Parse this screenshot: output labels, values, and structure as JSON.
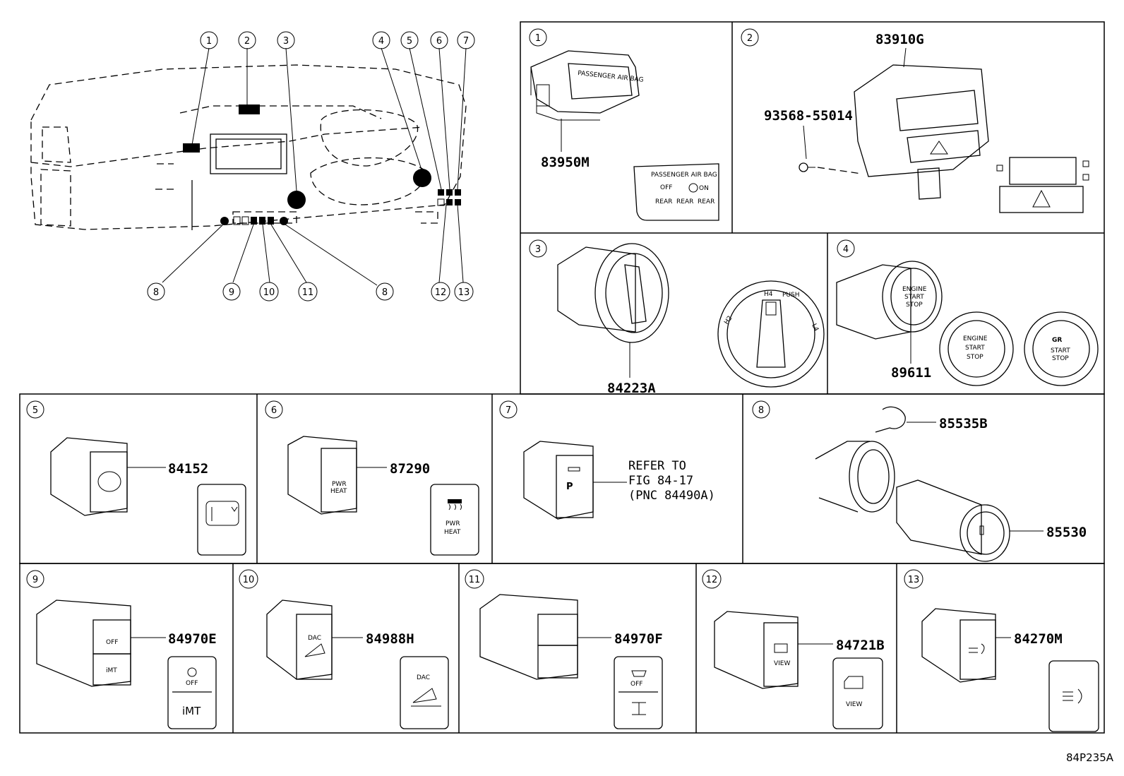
{
  "diagram_code": "84P235A",
  "overview_callouts": [
    "1",
    "2",
    "3",
    "4",
    "5",
    "6",
    "7",
    "8",
    "9",
    "10",
    "11",
    "8",
    "12",
    "13"
  ],
  "panels": [
    {
      "num": "1",
      "parts": [
        "83950M"
      ],
      "label_text": [
        "PASSENGER AIR BAG",
        "OFF",
        "ON",
        "REAR",
        "REAR",
        "REAR"
      ]
    },
    {
      "num": "2",
      "parts": [
        "83910G",
        "93568-55014"
      ]
    },
    {
      "num": "3",
      "parts": [
        "84223A"
      ],
      "label_text": [
        "H2",
        "H4",
        "PUSH",
        "L4"
      ]
    },
    {
      "num": "4",
      "parts": [
        "89611"
      ],
      "label_text": [
        "ENGINE",
        "START",
        "STOP",
        "GR"
      ]
    },
    {
      "num": "5",
      "parts": [
        "84152"
      ]
    },
    {
      "num": "6",
      "parts": [
        "87290"
      ],
      "label_text": [
        "PWR",
        "HEAT"
      ]
    },
    {
      "num": "7",
      "parts": [],
      "refer": [
        "REFER TO",
        "FIG 84-17",
        "(PNC 84490A)"
      ]
    },
    {
      "num": "8",
      "parts": [
        "85535B",
        "85530"
      ]
    },
    {
      "num": "9",
      "parts": [
        "84970E"
      ],
      "label_text": [
        "OFF",
        "iMT"
      ]
    },
    {
      "num": "10",
      "parts": [
        "84988H"
      ],
      "label_text": [
        "DAC"
      ]
    },
    {
      "num": "11",
      "parts": [
        "84970F"
      ],
      "label_text": [
        "OFF"
      ]
    },
    {
      "num": "12",
      "parts": [
        "84721B"
      ],
      "label_text": [
        "VIEW"
      ]
    },
    {
      "num": "13",
      "parts": [
        "84270M"
      ]
    }
  ]
}
